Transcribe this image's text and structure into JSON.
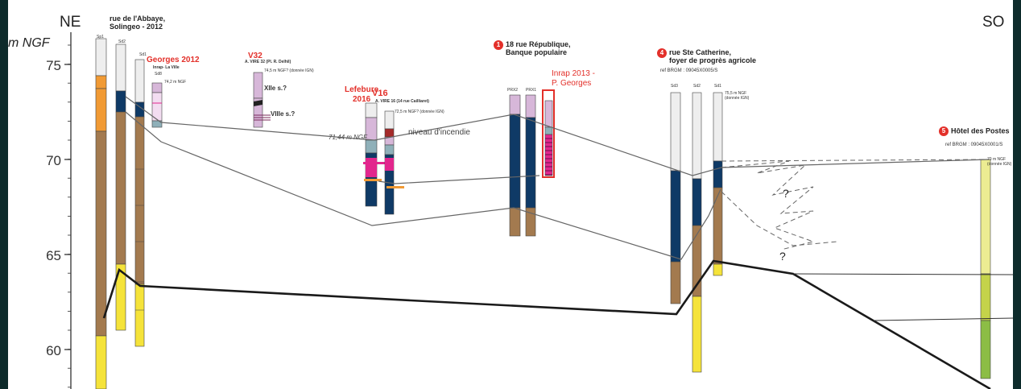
{
  "orientation": {
    "left": "NE",
    "right": "SO"
  },
  "axis": {
    "unit": "m NGF",
    "ticks": [
      "75",
      "70",
      "65",
      "60"
    ]
  },
  "sites": {
    "abbaye": {
      "title": "rue de l'Abbaye,\nSolingeo - 2012",
      "cores": [
        "Sp1",
        "Sd2",
        "Sd1"
      ]
    },
    "georges2012": {
      "title": "Georges 2012",
      "sub": "Inrap- La Ville",
      "core": "Sd8",
      "elev": "74,2 m NGF"
    },
    "v32": {
      "title": "V32",
      "sub": "A. VIRE 32 (Pl. R. Delhil)",
      "elev": "74,5 m NGF? (donnée IGN)",
      "l1": "XIIe s.?",
      "l2": "VIIIe s.?"
    },
    "lefebure": {
      "title": "Lefebure\n2016"
    },
    "v16": {
      "title": "V16",
      "sub": "A. VIRE 16 (14 rue Cailliaret)",
      "elev": "72,5 m NGF? (donnée IGN)"
    },
    "republique": {
      "marker": "1",
      "title": "18 rue République,\nBanque populaire",
      "cores": [
        "PRX2",
        "PRX1"
      ]
    },
    "inrap2013": {
      "title": "Inrap 2013 -\nP. Georges"
    },
    "catherine": {
      "marker": "4",
      "title": "rue Ste Catherine,\nfoyer de progrès agricole",
      "ref": "ref BRGM : 09045X0005/S",
      "cores": [
        "Sd3",
        "Sd2",
        "Sd1"
      ],
      "elev": "75,5 m NGF\n(donnée IGN)"
    },
    "postes": {
      "marker": "5",
      "title": "Hôtel des Postes",
      "ref": "ref BRGM : 09045X0001/S",
      "elev": "70 m NGF\n(donnée IGN)"
    }
  },
  "annotations": {
    "elev_line": "71,44 m NGF",
    "fire": "niveau d'incendie",
    "question": "?"
  },
  "colors": {
    "light": "#eeeeee",
    "orange": "#f19a34",
    "brown": "#a37a4f",
    "navy": "#0f3a66",
    "yellow": "#f5e33a",
    "teal": "#8fb0b9",
    "lilac": "#d7b7d9",
    "magenta": "#e2268d",
    "paleyellow": "#ecec92",
    "olive": "#c4d34a",
    "green": "#8cbd45"
  }
}
